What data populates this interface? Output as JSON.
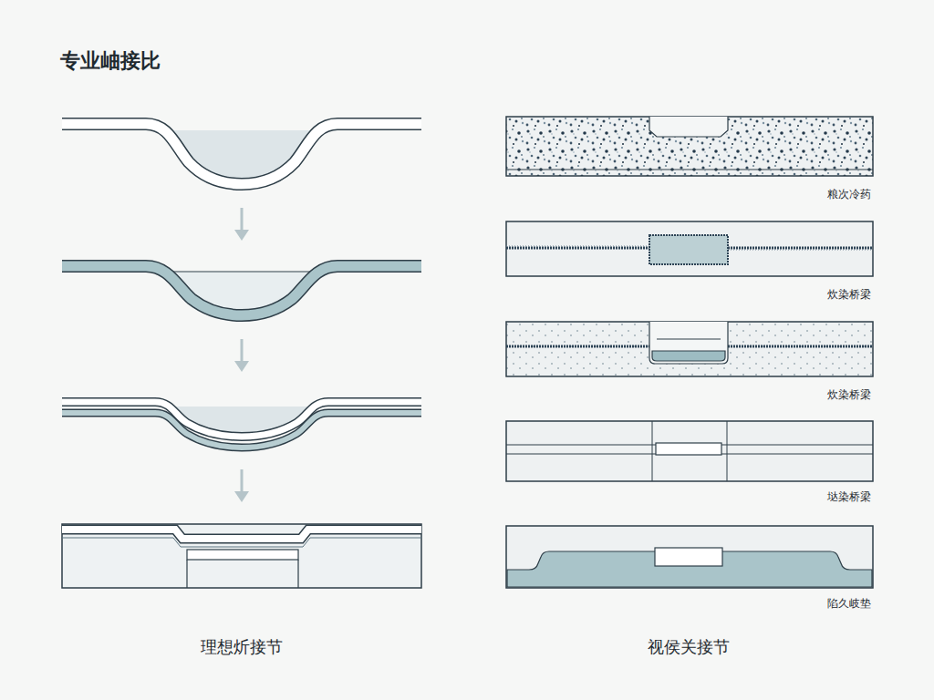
{
  "diagram": {
    "title": "专业岫接比",
    "labels": [
      "粮次冷药",
      "炊染桥梁",
      "炊染桥梁",
      "垯染桥梁",
      "陷久岐垫",
      "理想炘接节",
      "视侯关接节"
    ]
  }
}
